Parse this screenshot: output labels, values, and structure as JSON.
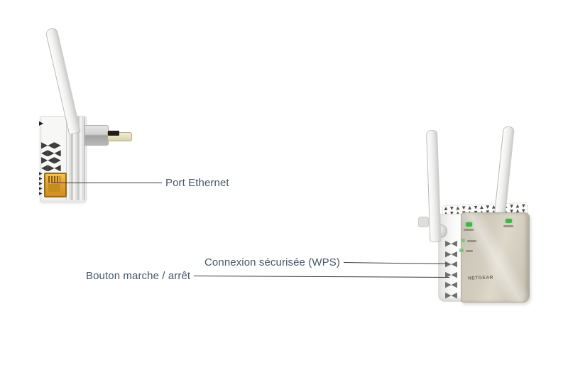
{
  "callouts": {
    "ethernet": {
      "label": "Port Ethernet"
    },
    "wps": {
      "label": "Connexion sécurisée (WPS)"
    },
    "power": {
      "label": "Bouton marche / arrêt"
    }
  },
  "front_device": {
    "brand": "NETGEAR"
  },
  "glyphs": {
    "vent_row_a": "▶◀▶",
    "vent_row_b": "◀▶◀",
    "vent_mini": "▶",
    "corner_mark": "▶",
    "top_strip_row": "▲▼▲▼▲▼▲▼▲▼▲▼▲▼▲",
    "side_chevron_row": "▶◀"
  },
  "colors": {
    "label_text": "#46566b",
    "leader_line": "#3c3c3c",
    "led_green": "#3eb54a",
    "ethernet_port_gold": "#e2a33c",
    "front_face_beige": "#cfc9bb",
    "antenna_white": "#f0f0ee"
  }
}
